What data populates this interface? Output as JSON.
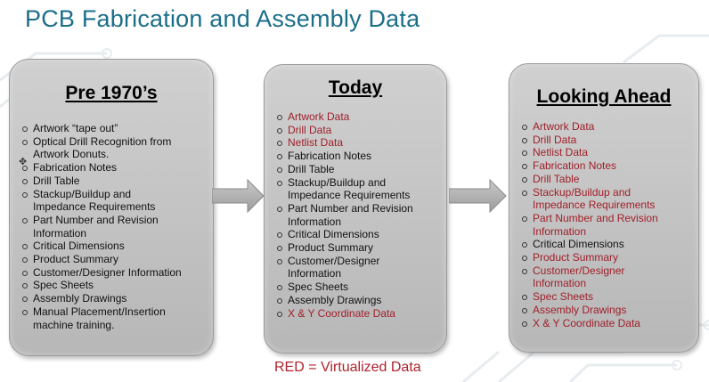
{
  "title": "PCB Fabrication and Assembly Data",
  "colors": {
    "title": "#1b6e8a",
    "virtualized": "#a0202a",
    "box": "#c4c4c4",
    "arrow": "#a9a9a9"
  },
  "columns": [
    {
      "heading": "Pre 1970’s",
      "items": [
        {
          "text": "Artwork “tape out”",
          "red": false
        },
        {
          "text": "Optical Drill Recognition from",
          "red": false
        },
        {
          "text": "Artwork Donuts.",
          "red": false,
          "continuation": true
        },
        {
          "text": "Fabrication Notes",
          "red": false
        },
        {
          "text": "Drill Table",
          "red": false
        },
        {
          "text": "Stackup/Buildup and",
          "red": false
        },
        {
          "text": "Impedance Requirements",
          "red": false,
          "continuation": true
        },
        {
          "text": "Part Number and Revision",
          "red": false
        },
        {
          "text": "Information",
          "red": false,
          "continuation": true
        },
        {
          "text": "Critical Dimensions",
          "red": false
        },
        {
          "text": "Product Summary",
          "red": false
        },
        {
          "text": "Customer/Designer Information",
          "red": false
        },
        {
          "text": "Spec Sheets",
          "red": false
        },
        {
          "text": "Assembly Drawings",
          "red": false
        },
        {
          "text": "Manual Placement/Insertion",
          "red": false
        },
        {
          "text": "machine training.",
          "red": false,
          "continuation": true
        }
      ]
    },
    {
      "heading": "Today",
      "items": [
        {
          "text": "Artwork Data",
          "red": true
        },
        {
          "text": "Drill Data",
          "red": true
        },
        {
          "text": "Netlist Data",
          "red": true
        },
        {
          "text": "Fabrication Notes",
          "red": false
        },
        {
          "text": "Drill Table",
          "red": false
        },
        {
          "text": "Stackup/Buildup and",
          "red": false
        },
        {
          "text": "Impedance Requirements",
          "red": false,
          "continuation": true
        },
        {
          "text": "Part Number and Revision",
          "red": false
        },
        {
          "text": "Information",
          "red": false,
          "continuation": true
        },
        {
          "text": "Critical Dimensions",
          "red": false
        },
        {
          "text": "Product Summary",
          "red": false
        },
        {
          "text": "Customer/Designer",
          "red": false
        },
        {
          "text": "Information",
          "red": false,
          "continuation": true
        },
        {
          "text": "Spec Sheets",
          "red": false
        },
        {
          "text": "Assembly Drawings",
          "red": false
        },
        {
          "text": "X & Y Coordinate Data",
          "red": true
        }
      ]
    },
    {
      "heading": "Looking Ahead",
      "items": [
        {
          "text": "Artwork Data",
          "red": true
        },
        {
          "text": "Drill Data",
          "red": true
        },
        {
          "text": "Netlist Data",
          "red": true
        },
        {
          "text": "Fabrication Notes",
          "red": true
        },
        {
          "text": "Drill Table",
          "red": true
        },
        {
          "text": "Stackup/Buildup and",
          "red": true
        },
        {
          "text": "Impedance Requirements",
          "red": true,
          "continuation": true
        },
        {
          "text": "Part Number and Revision",
          "red": true
        },
        {
          "text": "Information",
          "red": true,
          "continuation": true
        },
        {
          "text": "Critical Dimensions",
          "red": false
        },
        {
          "text": "Product Summary",
          "red": true
        },
        {
          "text": "Customer/Designer",
          "red": true
        },
        {
          "text": "Information",
          "red": true,
          "continuation": true
        },
        {
          "text": "Spec Sheets",
          "red": true
        },
        {
          "text": "Assembly Drawings",
          "red": true
        },
        {
          "text": "X & Y Coordinate Data",
          "red": true
        }
      ]
    }
  ],
  "legend": "RED = Virtualized Data"
}
